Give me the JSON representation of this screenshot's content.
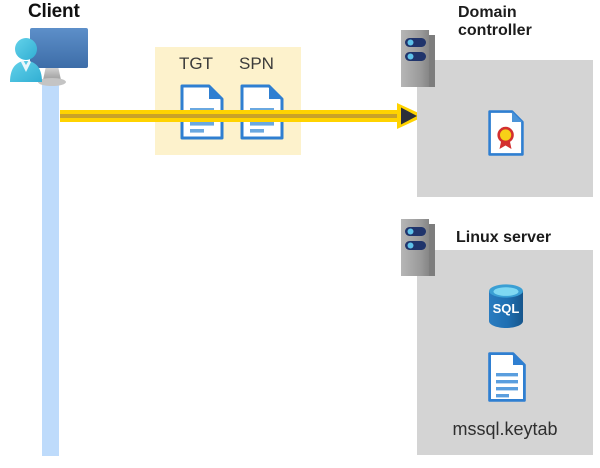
{
  "diagram": {
    "title_client": "Client",
    "actors": {
      "client": {
        "label": "Client",
        "icon": "user-monitor-icon"
      },
      "domain_controller": {
        "label": "Domain\ncontroller",
        "icon": "server-icon",
        "contents": [
          {
            "icon": "certificate-document-icon",
            "label": ""
          }
        ]
      },
      "linux_server": {
        "label": "Linux server",
        "icon": "server-icon",
        "contents": [
          {
            "icon": "sql-database-icon",
            "label": "SQL"
          },
          {
            "icon": "document-icon",
            "label": "mssql.keytab"
          }
        ]
      }
    },
    "message": {
      "tokens": [
        {
          "id": "tgt",
          "label": "TGT",
          "icon": "document-icon"
        },
        {
          "id": "spn",
          "label": "SPN",
          "icon": "document-icon"
        }
      ],
      "arrow_direction": "client-to-domain-controller"
    },
    "labels": {
      "sql_text": "SQL",
      "keytab_filename": "mssql.keytab"
    },
    "colors": {
      "token_box_fill": "#fdf2cc",
      "panel_fill": "#d4d4d4",
      "arrow_yellow": "#ffd300",
      "arrow_core": "#c9a227",
      "arrow_head": "#2b2f3a",
      "lifeline_blue": "#bedbfb",
      "doc_blue": "#2f7fd1",
      "sql_blue": "#1f6fb2",
      "cert_red": "#d32f2f",
      "cert_gold": "#f5c518",
      "server_gray": "#9a9a9a",
      "server_slot": "#20346b",
      "monitor_blue": "#4a7ebb",
      "person_cyan": "#4ec3e0"
    }
  }
}
